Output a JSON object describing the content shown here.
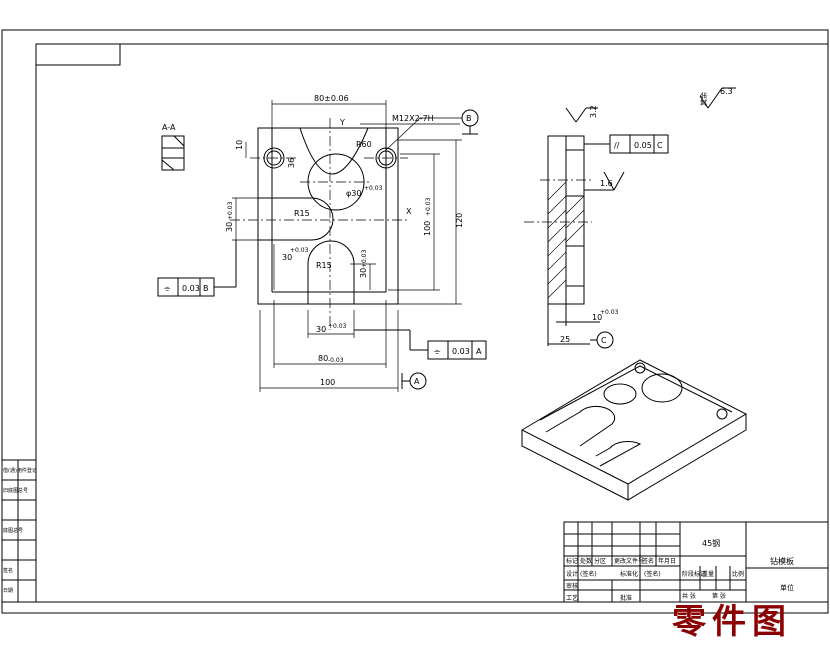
{
  "drawing": {
    "section_label": "A-A",
    "dims": {
      "width_top": "80±0.06",
      "thread": "M12X2-7H",
      "radius_big": "R60",
      "dia_hole": "φ30",
      "dia_hole_tol": "+0.03",
      "r_small": "R15",
      "r_small2": "R15",
      "height_total": "120",
      "height_inner": "100",
      "height_inner_tol": "+0.03",
      "slot_left": "30",
      "slot_left_tol": "+0.03",
      "slot_inner": "30",
      "slot_inner_tol": "+0.03",
      "slot_inner2": "30",
      "slot_inner2_tol": "+0.03",
      "width_mid": "30",
      "width_mid_tol": "+0.03",
      "width_low": "80",
      "width_low_tol": "-0.03",
      "width_total": "100",
      "small_10": "10",
      "small_36": "36",
      "side_10": "10",
      "side_10_tol": "+0.03",
      "side_25": "25",
      "rough_32": "3.2",
      "rough_16": "1.6",
      "rough_63": "6.3",
      "rough_other": "其余"
    },
    "axes": {
      "x": "X",
      "y": "Y"
    },
    "datums": {
      "a": "A",
      "b": "B",
      "c": "C"
    },
    "tol_frames": {
      "flat_left": {
        "sym": "⌯",
        "value": "0.03",
        "datum": "B"
      },
      "flat_bottom": {
        "sym": "⌯",
        "value": "0.03",
        "datum": "A"
      },
      "parallel": {
        "sym": "//",
        "value": "0.05",
        "datum": "C"
      }
    }
  },
  "title_block": {
    "material": "45钢",
    "part_name": "钻模板",
    "unit": "单位",
    "row_labels": [
      "标记",
      "处数",
      "分区",
      "更改文件号",
      "签名",
      "年月日"
    ],
    "row2": [
      "设计",
      "(签名)",
      "标准化",
      "(签名)"
    ],
    "row3": [
      "审核",
      "工艺",
      "批准"
    ],
    "stage": [
      "阶段标记",
      "重量",
      "比例"
    ],
    "sheet": [
      "共 张",
      "第 张"
    ]
  },
  "side_strip": [
    "借(通)用件登记",
    "旧底图总号",
    "底图总号",
    "签名",
    "日期"
  ],
  "watermark": "零件图"
}
